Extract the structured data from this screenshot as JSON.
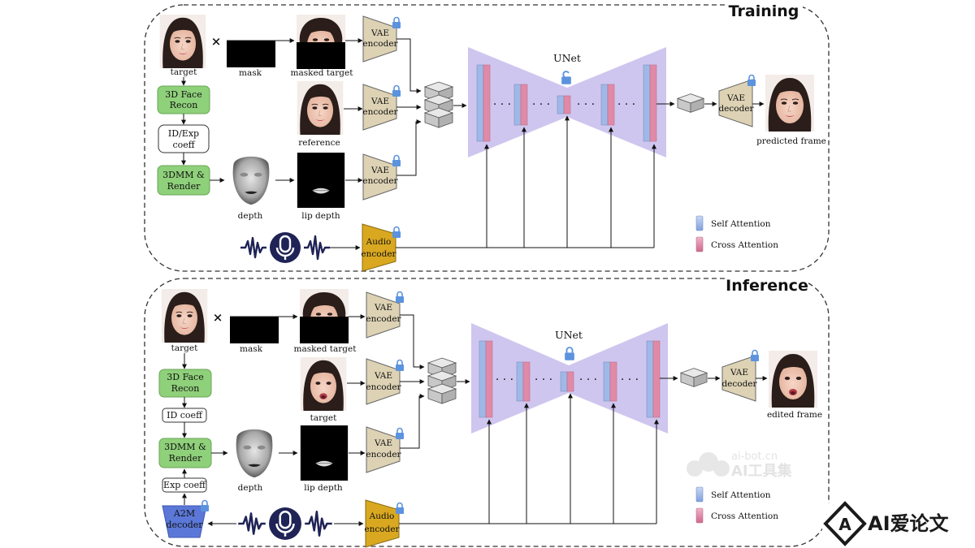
{
  "training": {
    "title": "Training",
    "labels": {
      "target": "target",
      "mask": "mask",
      "masked_target": "masked target",
      "reference": "reference",
      "depth": "depth",
      "lip_depth": "lip depth",
      "predicted_frame": "predicted frame",
      "unet": "UNet",
      "face_recon_1": "3D Face",
      "face_recon_2": "Recon",
      "id_exp_1": "ID/Exp",
      "id_exp_2": "coeff",
      "render_1": "3DMM &",
      "render_2": "Render",
      "vae": "VAE",
      "encoder": "encoder",
      "decoder": "decoder",
      "audio": "Audio",
      "self_attention": "Self Attention",
      "cross_attention": "Cross Attention",
      "times": "×",
      "dots": "· · ·"
    }
  },
  "inference": {
    "title": "Inference",
    "labels": {
      "target": "target",
      "mask": "mask",
      "masked_target": "masked target",
      "target2": "target",
      "depth": "depth",
      "lip_depth": "lip depth",
      "edited_frame": "edited frame",
      "unet": "UNet",
      "face_recon_1": "3D Face",
      "face_recon_2": "Recon",
      "id_coeff": "ID coeff",
      "exp_coeff": "Exp coeff",
      "render_1": "3DMM &",
      "render_2": "Render",
      "a2m_1": "A2M",
      "a2m_2": "decoder",
      "vae": "VAE",
      "encoder": "encoder",
      "decoder": "decoder",
      "audio": "Audio",
      "self_attention": "Self Attention",
      "cross_attention": "Cross Attention",
      "times": "×",
      "dots": "· · ·"
    }
  },
  "watermarks": {
    "site": "ai-bot.cn",
    "site_cn": "AI工具集",
    "brand": "AI爱论文"
  },
  "colors": {
    "green_box": "#8fd07a",
    "vae_box": "#ddd2b4",
    "audio_box": "#d9a820",
    "unet_bg": "#cfc6ef",
    "self_attn": "#9fb8e8",
    "cross_attn": "#e08aa8",
    "a2m_box": "#5b78d8",
    "lock": "#5b93df"
  }
}
